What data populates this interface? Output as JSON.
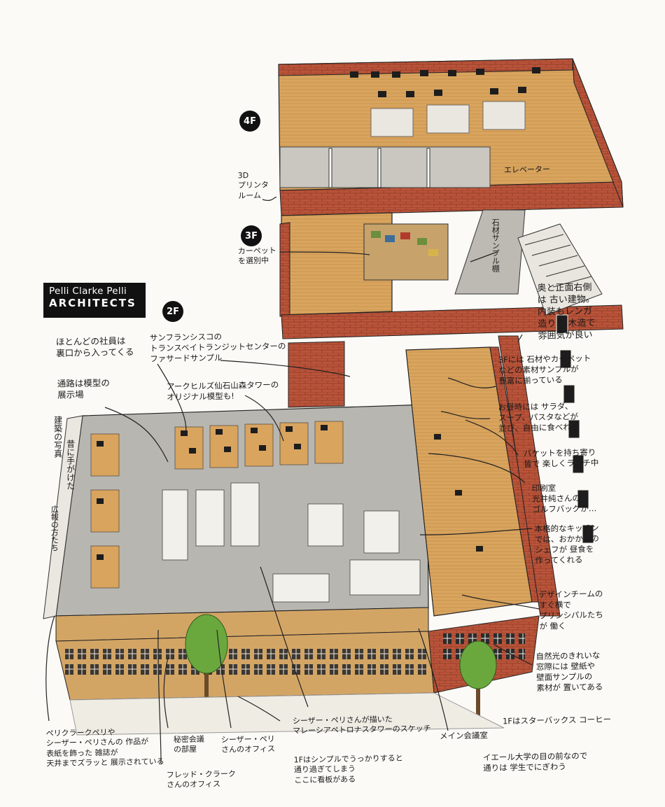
{
  "logo": {
    "line1": "Pelli Clarke Pelli",
    "line2": "ARCHITECTS"
  },
  "floors": {
    "f4": "4F",
    "f3": "3F",
    "f2": "2F"
  },
  "labels": {
    "printer_room": "3D\nプリンタ\nルーム",
    "elevator": "エレベーター",
    "stone_shelf": "石材サンプル棚",
    "carpet": "カーペット\nを選別中",
    "old_building": "奥と正面右側\nは 古い建物。\n内装もレンガ\n造りと 木造で\n雰囲気が良い",
    "samples_3f": "3Fには 石材やカーペット\nなどの素材サンプルが\n豊富に揃っている",
    "lunch_food": "お昼時には サラダ、\nスープ、パスタなどが\n並び、自由に食べれる",
    "bucket": "バケットを持ち寄り\n皆で 楽しくランチ中",
    "print_room": "印刷室\n光井純さんの\nゴルフバッグが…",
    "kitchen": "本格的なキッチン\nでは、おかかえの\nシェフが 昼食を\n作ってくれる",
    "design_team": "デザインチームの\nすぐ横で\nプリンシパルたち\nが 働く",
    "window": "自然光のきれいな\n窓際には 壁紙や\n壁面サンプルの\n素材が 置いてある",
    "starbucks": "1Fはスターバックス コーヒー",
    "yale": "イエール大学の目の前なので\n通りは 学生でにぎわう",
    "main_meeting": "メイン会議室",
    "malaysia_sketch": "シーザー・ペリさんが描いた\nマレーシアペトロナスタワーのスケッチ",
    "signboard": "1Fはシンプルでうっかりすると\n通り過ぎてしまう\nここに看板がある",
    "fred_office": "フレッド・クラーク\nさんのオフィス",
    "cesar_office": "シーザー・ペリ\nさんのオフィス",
    "secret_meeting": "秘密会議\nの部屋",
    "magazines": "ペリクラークペリや\nシーザー・ペリさんの 作品が\n表紙を飾った 雑誌が\n天井までズラッと 展示されている",
    "pr_staff": "広報の方たち",
    "past_photos": "建築の写真",
    "past_works": "昔に手がけた",
    "corridor_models": "通路は模型の\n展示場",
    "back_entrance": "ほとんどの社員は\n裏口から入ってくる",
    "facade_sample": "サンフランシスコの\nトランスベイトランジットセンターの\nファサードサンプル",
    "ark_hills": "アークヒルズ仙石山森タワーの\nオリジナル模型も!"
  },
  "colors": {
    "brick": "#b9543a",
    "brick_dark": "#8f3a26",
    "wood": "#d9a45e",
    "floor_gray": "#b8b6b0",
    "facade": "#d3a565",
    "tree": "#6aa83e"
  }
}
